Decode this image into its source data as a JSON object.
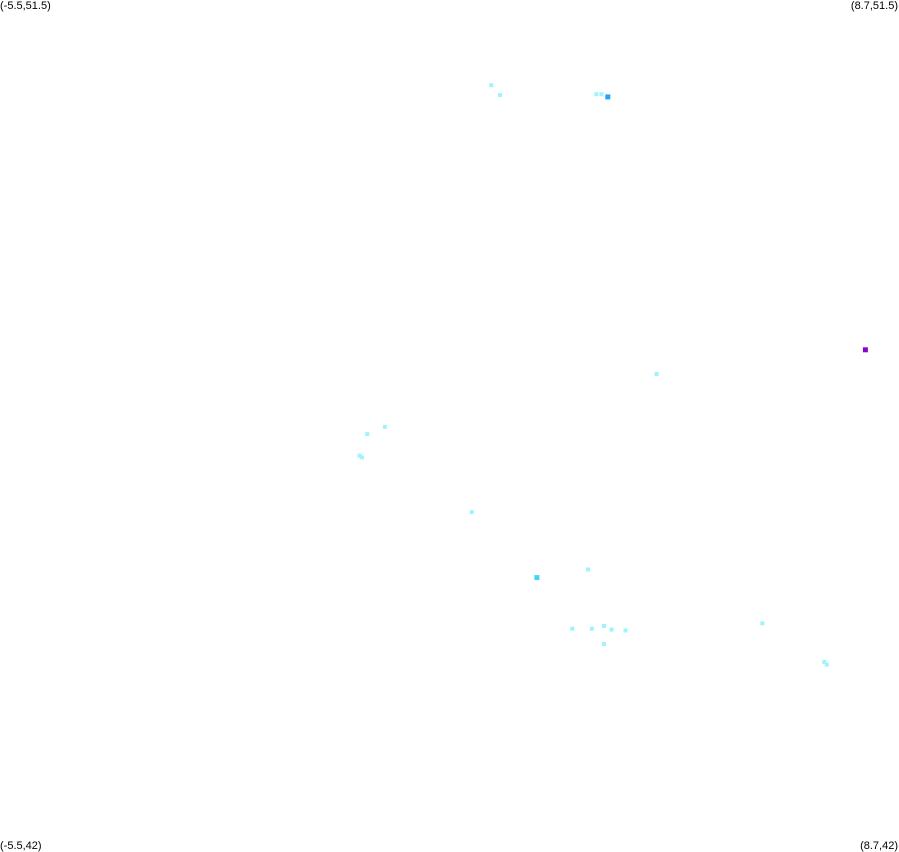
{
  "corners": {
    "top_left": "(-5.5,51.5)",
    "top_right": "(8.7,51.5)",
    "bottom_left": "(-5.5,42)",
    "bottom_right": "(8.7,42)"
  },
  "chart_data": {
    "type": "scatter",
    "title": "",
    "xlabel": "",
    "ylabel": "",
    "xlim": [
      -5.5,
      8.7
    ],
    "ylim": [
      42,
      51.5
    ],
    "grid": false,
    "legend": "none",
    "colors": {
      "light": "#9ef4fd",
      "mid": "#44d4f4",
      "dark": "#1fa6f5",
      "purple": "#8a05d0"
    },
    "points": [
      {
        "x": 2.26,
        "y": 50.55,
        "level": "light"
      },
      {
        "x": 2.4,
        "y": 50.44,
        "level": "light"
      },
      {
        "x": 3.92,
        "y": 50.45,
        "level": "light"
      },
      {
        "x": 4.0,
        "y": 50.45,
        "level": "light"
      },
      {
        "x": 4.1,
        "y": 50.42,
        "level": "dark"
      },
      {
        "x": 8.17,
        "y": 47.6,
        "level": "purple"
      },
      {
        "x": 4.87,
        "y": 47.33,
        "level": "light"
      },
      {
        "x": 0.58,
        "y": 46.74,
        "level": "light"
      },
      {
        "x": 0.3,
        "y": 46.66,
        "level": "light"
      },
      {
        "x": 0.18,
        "y": 46.42,
        "level": "light"
      },
      {
        "x": 0.22,
        "y": 46.4,
        "level": "light"
      },
      {
        "x": 1.95,
        "y": 45.79,
        "level": "light"
      },
      {
        "x": 3.79,
        "y": 45.15,
        "level": "light"
      },
      {
        "x": 2.98,
        "y": 45.06,
        "level": "mid"
      },
      {
        "x": 6.54,
        "y": 44.55,
        "level": "light"
      },
      {
        "x": 3.54,
        "y": 44.49,
        "level": "light"
      },
      {
        "x": 3.85,
        "y": 44.49,
        "level": "light"
      },
      {
        "x": 4.04,
        "y": 44.52,
        "level": "light"
      },
      {
        "x": 4.16,
        "y": 44.48,
        "level": "light"
      },
      {
        "x": 4.38,
        "y": 44.47,
        "level": "light"
      },
      {
        "x": 4.04,
        "y": 44.32,
        "level": "light"
      },
      {
        "x": 7.52,
        "y": 44.12,
        "level": "light"
      },
      {
        "x": 7.56,
        "y": 44.09,
        "level": "light"
      }
    ]
  }
}
